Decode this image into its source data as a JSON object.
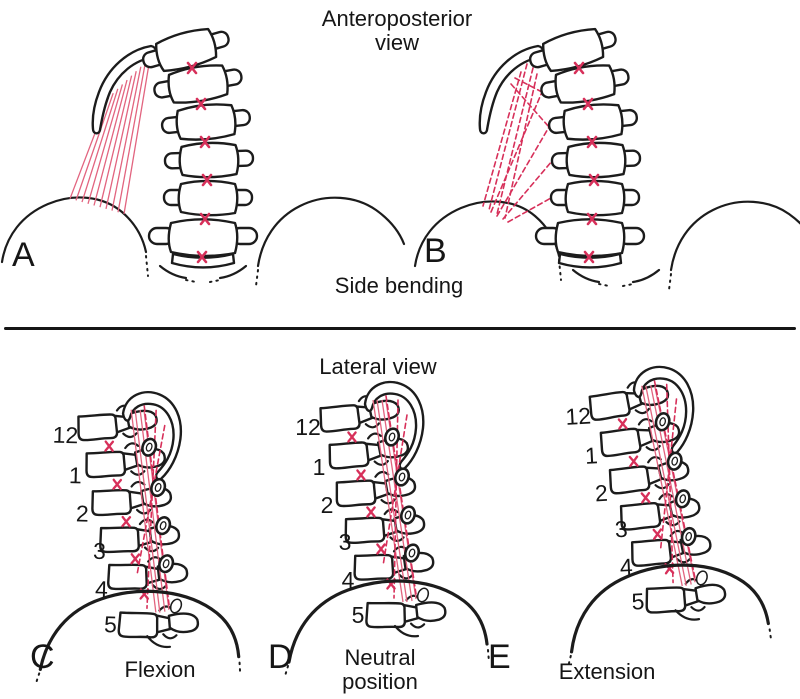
{
  "figure": {
    "description": "Spine diagram, quadratus lumborum action",
    "colors": {
      "ink": "#1c1c1c",
      "fiber_solid_pink": "#e2647f",
      "fiber_dashed_crimson": "#d7305a",
      "x_mark": "#d7305a",
      "background": "#ffffff"
    }
  },
  "top_section": {
    "title": "Anteroposterior\nview",
    "caption": "Side bending",
    "panels": [
      {
        "letter": "A"
      },
      {
        "letter": "B"
      }
    ]
  },
  "bottom_section": {
    "title": "Lateral view",
    "panels": [
      {
        "letter": "C",
        "caption": "Flexion"
      },
      {
        "letter": "D",
        "caption": "Neutral\nposition"
      },
      {
        "letter": "E",
        "caption": "Extension"
      }
    ],
    "vertebra_labels": [
      "12",
      "1",
      "2",
      "3",
      "4",
      "5"
    ]
  }
}
